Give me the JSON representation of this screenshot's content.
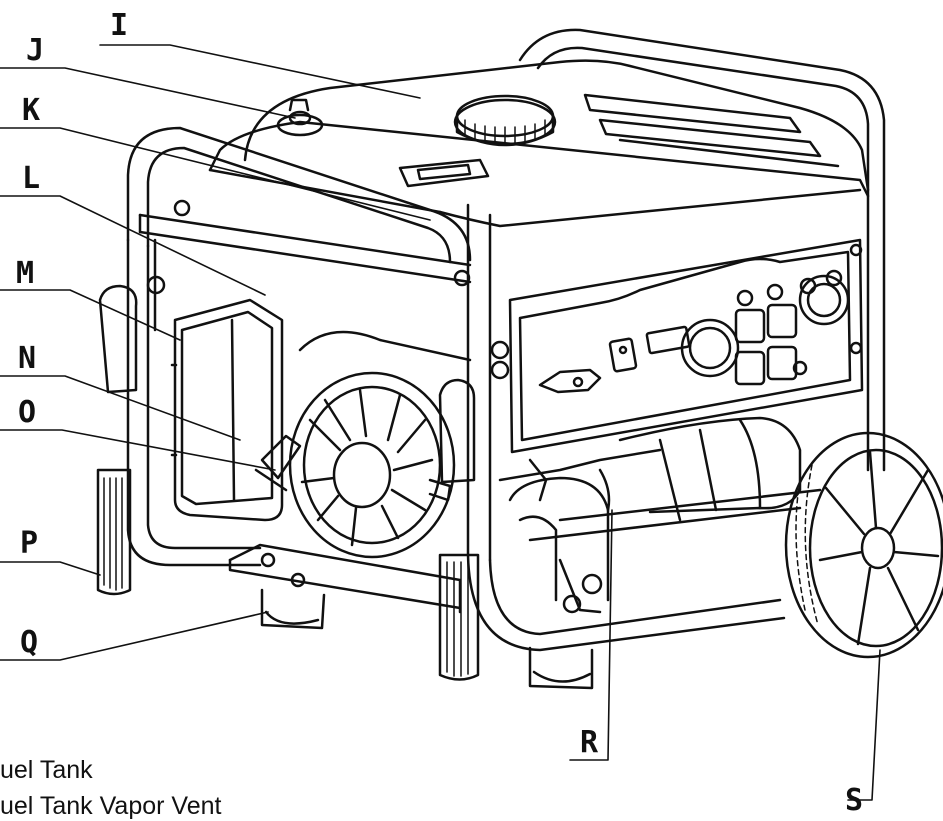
{
  "callouts": {
    "I": "I",
    "J": "J",
    "K": "K",
    "L": "L",
    "M": "M",
    "N": "N",
    "O": "O",
    "P": "P",
    "Q": "Q",
    "R": "R",
    "S": "S"
  },
  "legend": {
    "line1": "uel Tank",
    "line2": "uel Tank Vapor Vent"
  },
  "colors": {
    "ink": "#111111",
    "background": "#ffffff"
  }
}
